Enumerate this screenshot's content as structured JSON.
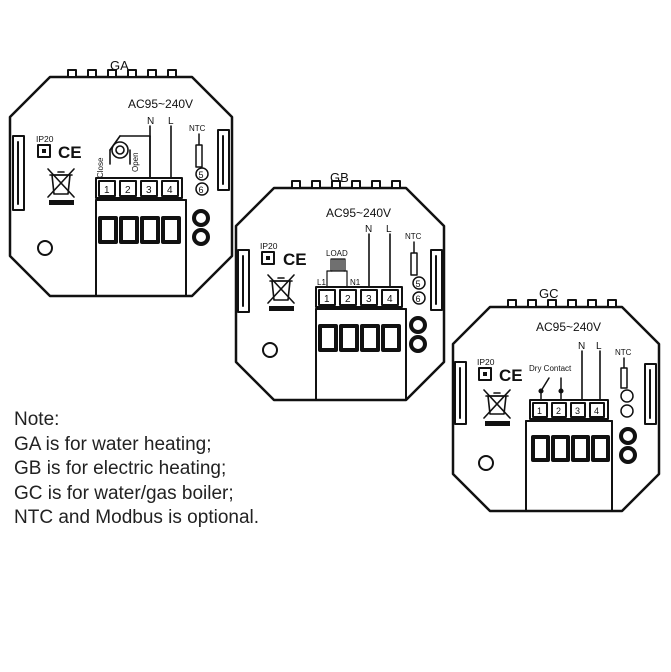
{
  "units": [
    {
      "id": "ga",
      "name": "GA",
      "voltage": "AC95~240V",
      "ip_rating": "IP20",
      "ce_mark": "CE",
      "ntc_label": "NTC",
      "n_label": "N",
      "l_label": "L",
      "terminals": [
        "1",
        "2",
        "3",
        "4"
      ],
      "ntc_terminals": [
        "5",
        "6"
      ],
      "valve_close_label": "Close",
      "valve_open_label": "Open",
      "icons": [
        "motorized-valve-icon",
        "weee-bin-icon",
        "led-indicator-icon"
      ]
    },
    {
      "id": "gb",
      "name": "GB",
      "voltage": "AC95~240V",
      "ip_rating": "IP20",
      "ce_mark": "CE",
      "ntc_label": "NTC",
      "n_label": "N",
      "l_label": "L",
      "terminals": [
        "1",
        "2",
        "3",
        "4"
      ],
      "ntc_terminals": [
        "5",
        "6"
      ],
      "load_label": "LOAD",
      "l1_label": "L1",
      "n1_label": "N1",
      "icons": [
        "heating-load-icon",
        "weee-bin-icon",
        "led-indicator-icon"
      ]
    },
    {
      "id": "gc",
      "name": "GC",
      "voltage": "AC95~240V",
      "ip_rating": "IP20",
      "ce_mark": "CE",
      "ntc_label": "NTC",
      "n_label": "N",
      "l_label": "L",
      "terminals": [
        "1",
        "2",
        "3",
        "4"
      ],
      "dry_contact_label": "Dry Contact",
      "icons": [
        "dry-contact-switch-icon",
        "weee-bin-icon",
        "led-indicator-icon"
      ]
    }
  ],
  "note": {
    "title": "Note:",
    "lines": [
      "GA is for water heating;",
      "GB is for electric heating;",
      "GC is for water/gas boiler;",
      "NTC and Modbus is optional."
    ]
  }
}
